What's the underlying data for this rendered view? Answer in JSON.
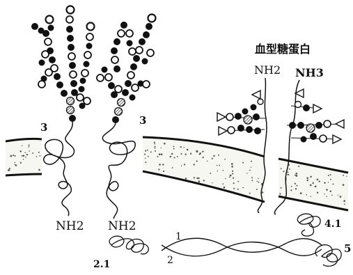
{
  "title": "血型糖蛋白",
  "labels": {
    "nh2_left": "NH2",
    "nh2_mid": "NH2",
    "nh2_right_a": "NH2",
    "nh2_right_b": "NH3",
    "num_3_left": "3",
    "num_3_mid": "3",
    "num_1": "1",
    "num_2": "2",
    "num_2_1": "2.1",
    "num_4_1": "4.1",
    "num_5": "5"
  },
  "colors": {
    "ink": "#111111",
    "membrane_fill": "#f7f7f2",
    "membrane_dot": "#555555",
    "paper": "#ffffff"
  },
  "icons": {
    "filled_bead": "black-circle-sugar-icon",
    "open_bead": "white-circle-sugar-icon",
    "hatched_bead": "hatched-circle-sugar-icon",
    "triangle_sugar": "triangle-sugar-icon"
  }
}
